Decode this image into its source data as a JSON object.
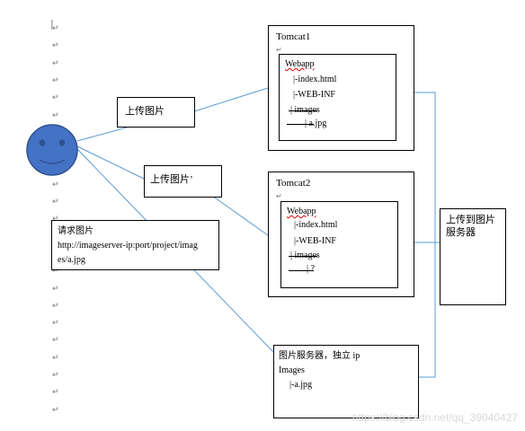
{
  "tomcat1": {
    "title": "Tomcat1",
    "webapp": "Webapp",
    "index": "|-index.html",
    "webinf": "|-WEB-INF",
    "images": "| images",
    "file": "| a.jpg"
  },
  "tomcat2": {
    "title": "Tomcat2",
    "webapp": "Webapp",
    "index": "|-index.html",
    "webinf": "|-WEB-INF",
    "images": "| images",
    "file": "| ?"
  },
  "upload1": "上传图片",
  "upload2": "上传图片’",
  "request": {
    "line1": "请求图片",
    "line2": "http://imageserver-ip:port/project/imag",
    "line3": "es/a.jpg"
  },
  "upload_server": {
    "line1": "上传到图片",
    "line2": "服务器"
  },
  "image_server": {
    "title": "图片服务器，独立 ip",
    "images": "Images",
    "file": "|-a.jpg"
  },
  "watermark": "https://blog.csdn.net/qq_39040427",
  "colors": {
    "line": "#5b9bd5",
    "face_fill": "#4472c4",
    "face_stroke": "#2f528f"
  }
}
